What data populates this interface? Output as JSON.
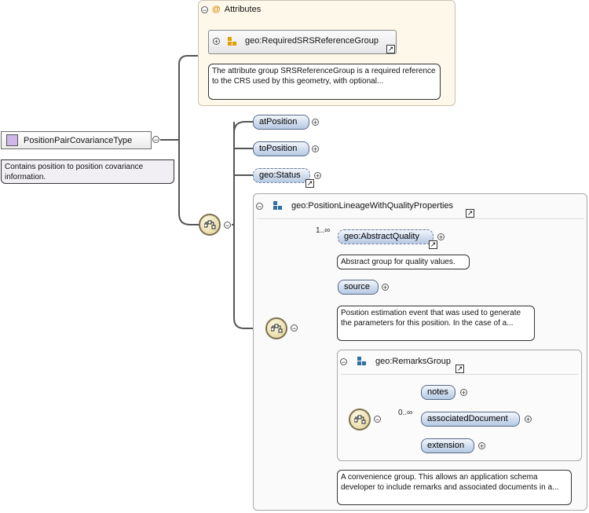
{
  "root": {
    "name": "PositionPairCovarianceType",
    "doc": "Contains position to position covariance information."
  },
  "attributes": {
    "title": "Attributes",
    "at_symbol": "@",
    "group_ref": "geo:RequiredSRSReferenceGroup",
    "doc": "The attribute group SRSReferenceGroup is a required reference to the CRS used by this geometry, with optional..."
  },
  "elements": {
    "at_position": "atPosition",
    "to_position": "toPosition",
    "status": "geo:Status"
  },
  "lineage_group": {
    "title": "geo:PositionLineageWithQualityProperties",
    "abstract_quality": "geo:AbstractQuality",
    "abstract_quality_cardinality": "1..∞",
    "abstract_quality_doc": "Abstract group for quality values.",
    "source": "source",
    "source_doc": "Position estimation event that was used to generate the parameters for this position. In the case of a...",
    "doc": "A convenience group. This allows an application schema developer to include remarks and associated documents in a..."
  },
  "remarks_group": {
    "title": "geo:RemarksGroup",
    "notes": "notes",
    "associated_document": "associatedDocument",
    "associated_cardinality": "0..∞",
    "extension": "extension"
  },
  "glyphs": {
    "expand": "+",
    "collapse": "−",
    "link": "↗"
  },
  "colors": {
    "pill_fill": "#cfdcee",
    "pill_border": "#556a88",
    "attr_bg": "#fdf8ea",
    "group_icon": "#2f6fa3",
    "attr_icon": "#e2a000"
  }
}
